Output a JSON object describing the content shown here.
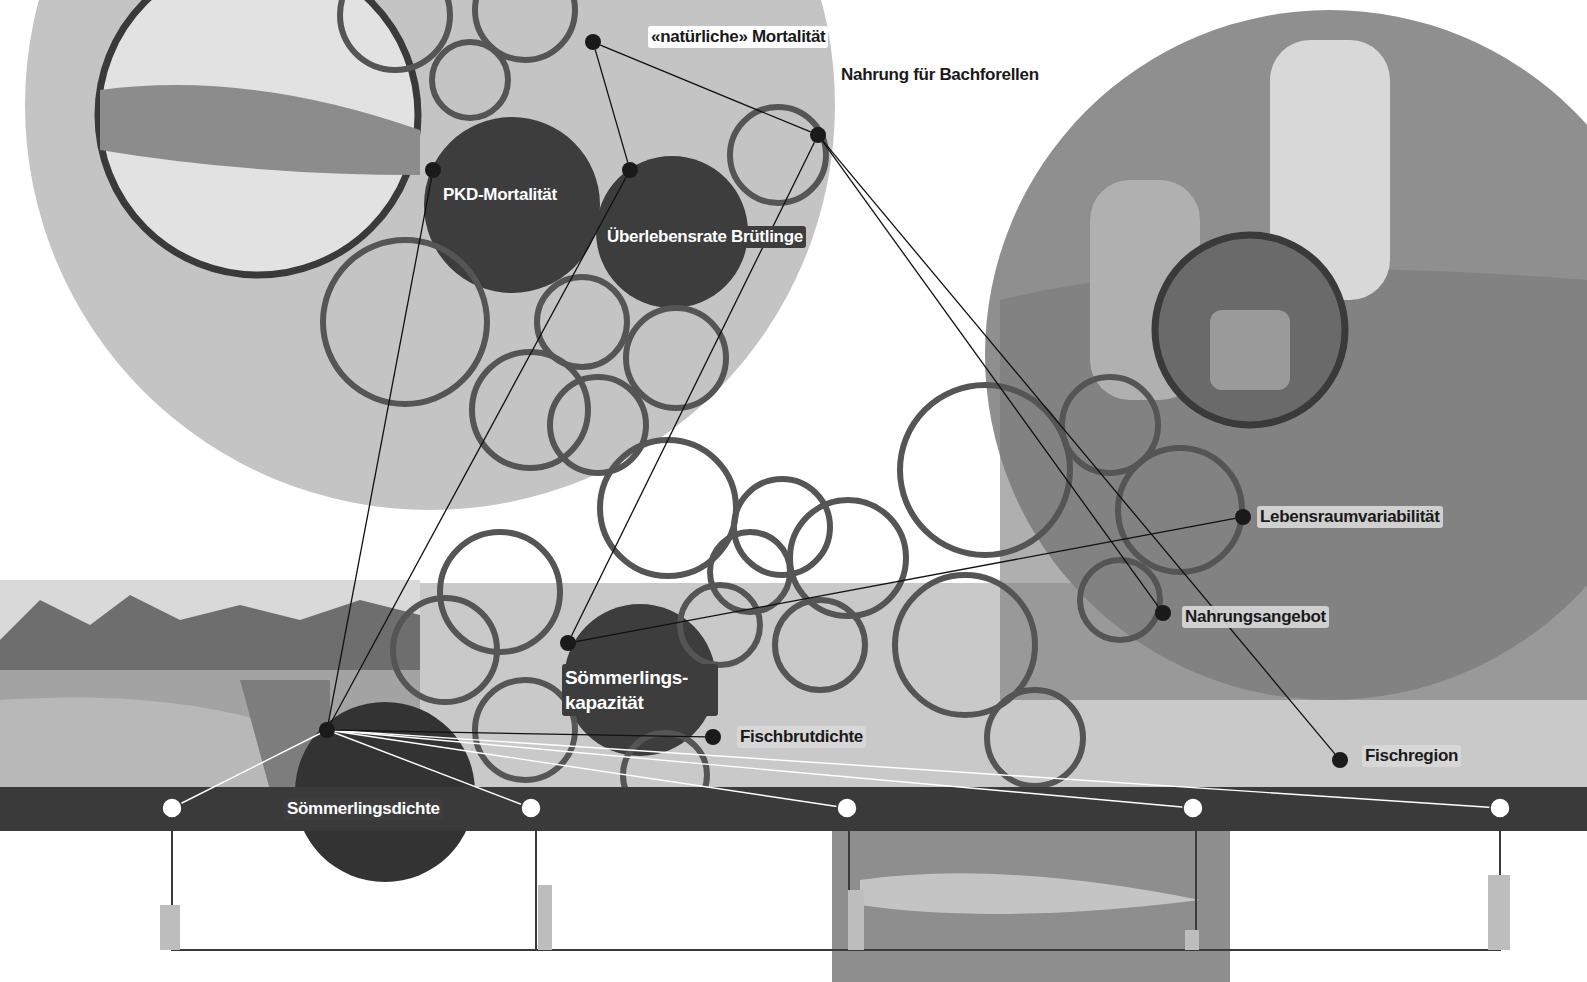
{
  "diagram": {
    "nodes": [
      {
        "text": [
          "«natürliche» Mortalität"
        ]
      },
      {
        "text": [
          "Nahrung für Bachforellen"
        ]
      },
      {
        "text": [
          "PKD-Mortalität"
        ]
      },
      {
        "text": [
          "Überlebensrate Brütlinge"
        ]
      },
      {
        "text": [
          "Lebensraumvariabilität"
        ]
      },
      {
        "text": [
          "Nahrungsangebot"
        ]
      },
      {
        "text": [
          "Sömmerlings- kapazität"
        ]
      },
      {
        "text": [
          "Fischbrutdichte"
        ]
      },
      {
        "text": [
          "Fischregion"
        ]
      },
      {
        "text": [
          "Sömmerlingsdichte"
        ]
      }
    ],
    "edges": [
      {
        "from": 0,
        "to": 3,
        "arrow": "none"
      },
      {
        "from": 0,
        "to": 1,
        "arrow": "none"
      },
      {
        "from": 1,
        "to": 6,
        "arrow": "none"
      },
      {
        "from": 1,
        "to": 5,
        "arrow": "none"
      },
      {
        "from": 1,
        "to": 8,
        "arrow": "none"
      },
      {
        "from": 4,
        "to": 6,
        "arrow": "none"
      },
      {
        "from": 9,
        "to": 2,
        "arrow": "none"
      },
      {
        "from": 9,
        "to": 3,
        "arrow": "none"
      },
      {
        "from": 9,
        "to": 7,
        "arrow": "none"
      }
    ]
  }
}
